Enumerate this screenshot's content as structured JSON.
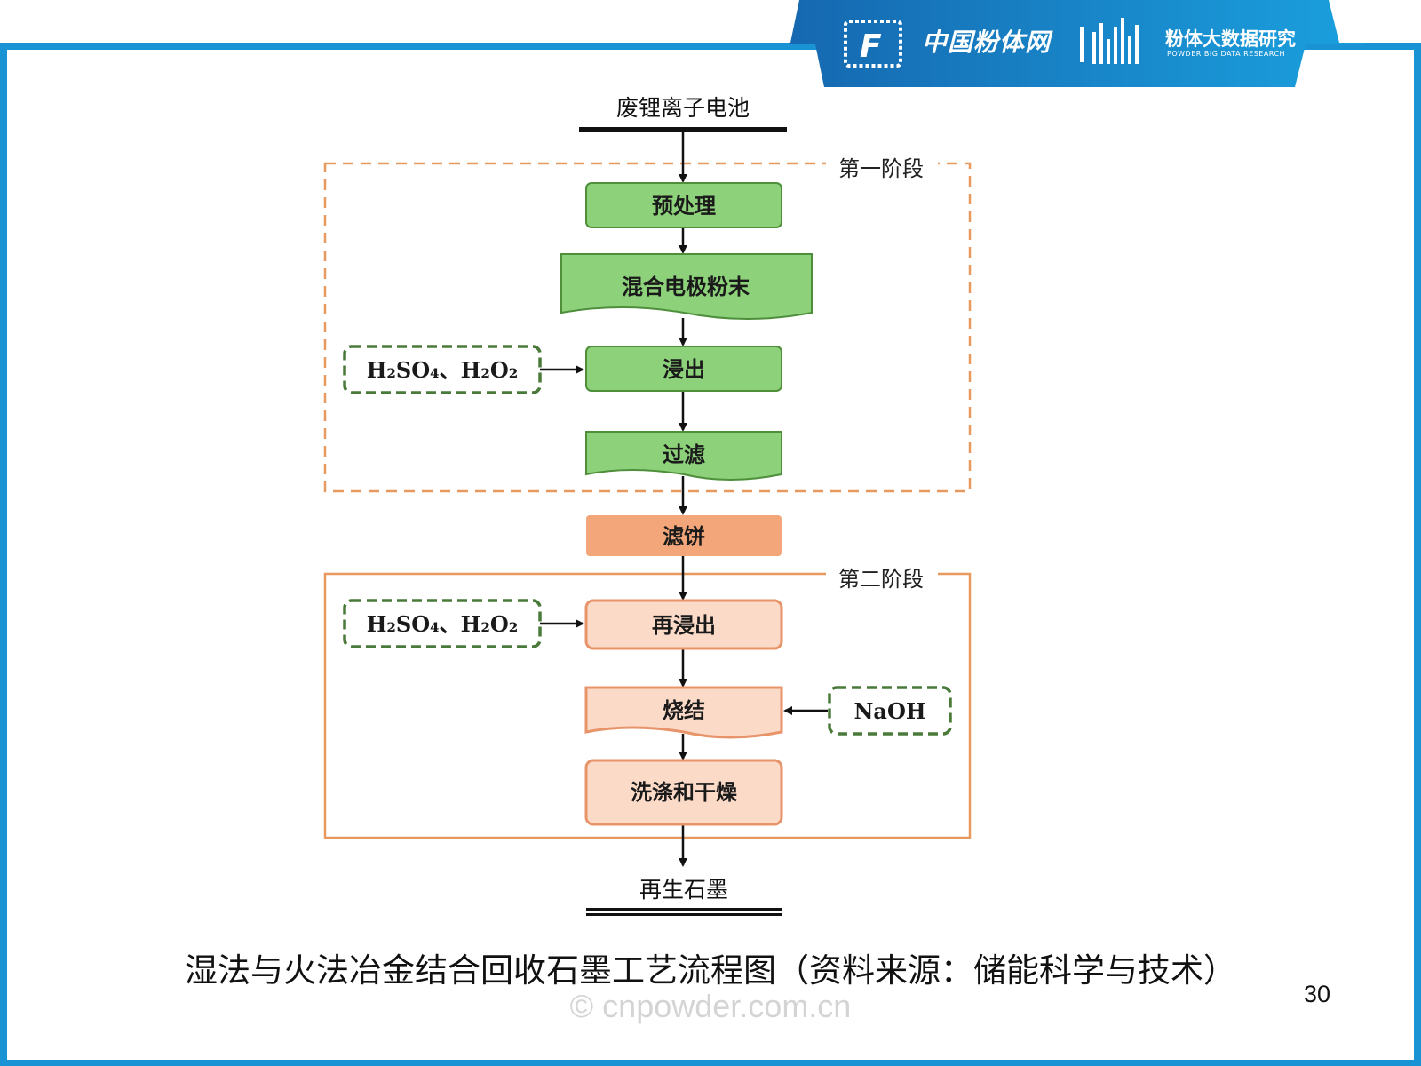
{
  "header": {
    "site_name": "中国粉体网",
    "research_name": "粉体大数据研究",
    "research_sub": "POWDER BIG DATA RESEARCH"
  },
  "diagram": {
    "input_label": "废锂离子电池",
    "output_label": "再生石墨",
    "stage1_label": "第一阶段",
    "stage2_label": "第二阶段",
    "nodes": {
      "pretreat": "预处理",
      "powder": "混合电极粉末",
      "leach": "浸出",
      "filter": "过滤",
      "cake": "滤饼",
      "releach": "再浸出",
      "sinter": "烧结",
      "wash": "洗涤和干燥"
    },
    "reagents": {
      "acid1": "H₂SO₄、H₂O₂",
      "acid2": "H₂SO₄、H₂O₂",
      "base": "NaOH"
    },
    "colors": {
      "green_fill": "#8dd17a",
      "green_stroke": "#4f8f3c",
      "orange_fill": "#f2a679",
      "peach_fill": "#fbdac8",
      "peach_stroke": "#e8946a",
      "dashed_green": "#4a7a3a",
      "stage_border": "#e89a5e"
    }
  },
  "caption": "湿法与火法冶金结合回收石墨工艺流程图（资料来源：储能科学与技术）",
  "page_number": "30",
  "watermark": "© cnpowder.com.cn"
}
